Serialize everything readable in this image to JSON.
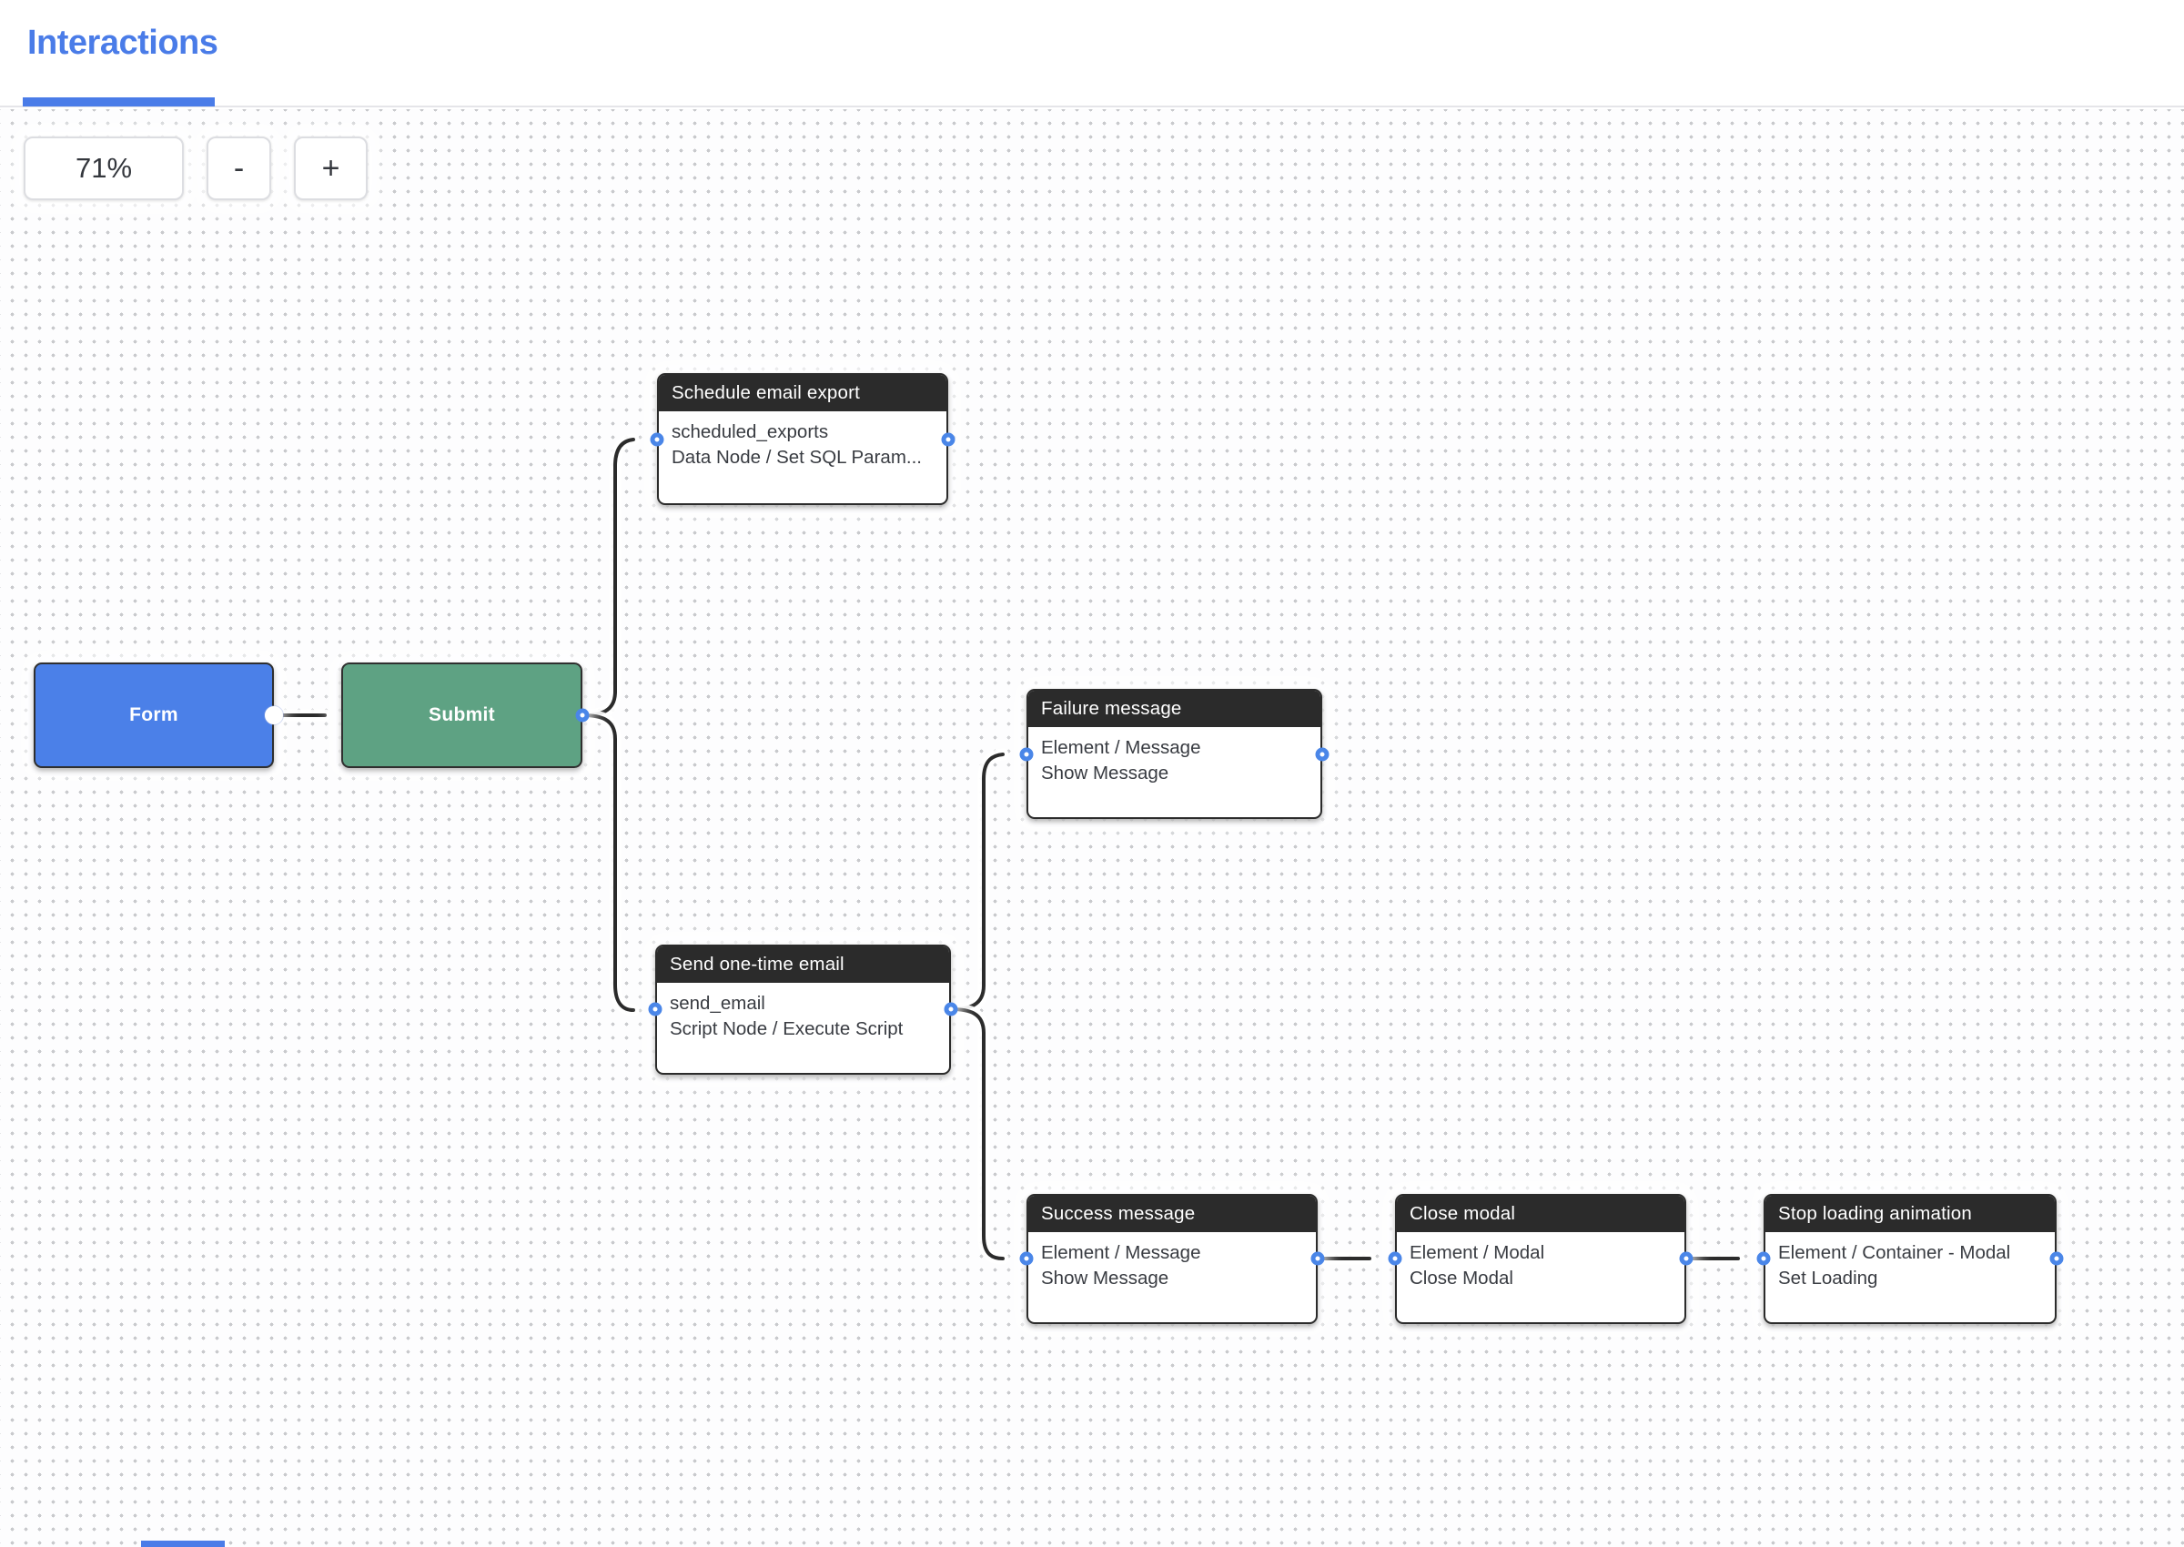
{
  "header": {
    "tab_label": "Interactions"
  },
  "toolbar": {
    "zoom_value": "71%",
    "zoom_out": "-",
    "zoom_in": "+"
  },
  "colors": {
    "accent_blue": "#4a7ce8",
    "port_ring_blue": "#4a86e8",
    "node_header_dark": "#2b2b2b",
    "edge_color": "#2b2b2b",
    "form_node_blue": "#4b80e8",
    "submit_node_green": "#5ea283",
    "grid_dot_gray": "#c9cacd"
  },
  "nodes": {
    "form": {
      "label": "Form"
    },
    "submit": {
      "label": "Submit"
    },
    "schedule_email_export": {
      "title": "Schedule email export",
      "line1": "scheduled_exports",
      "line2": "Data Node / Set SQL Param..."
    },
    "failure_message": {
      "title": "Failure message",
      "line1": "Element / Message",
      "line2": "Show Message"
    },
    "send_one_time_email": {
      "title": "Send one-time email",
      "line1": "send_email",
      "line2": "Script Node / Execute Script"
    },
    "success_message": {
      "title": "Success message",
      "line1": "Element / Message",
      "line2": "Show Message"
    },
    "close_modal": {
      "title": "Close modal",
      "line1": "Element / Modal",
      "line2": "Close Modal"
    },
    "stop_loading_animation": {
      "title": "Stop loading animation",
      "line1": "Element / Container - Modal",
      "line2": "Set Loading"
    }
  }
}
